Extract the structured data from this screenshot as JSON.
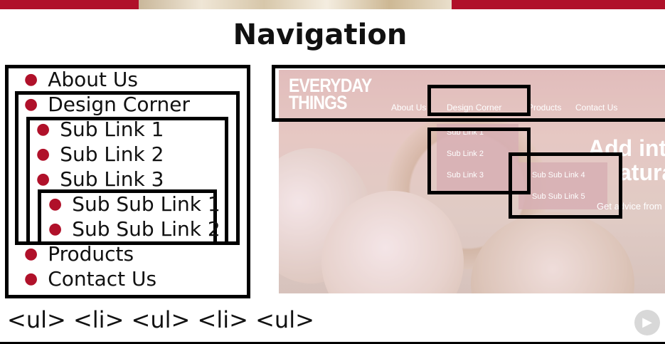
{
  "heading": "Navigation",
  "list": {
    "about": "About Us",
    "design": "Design Corner",
    "sub1": "Sub Link 1",
    "sub2": "Sub Link 2",
    "sub3": "Sub Link 3",
    "subsub1": "Sub Sub Link 1",
    "subsub2": "Sub Sub Link 2",
    "products": "Products",
    "contact": "Contact Us"
  },
  "code_caption": "<ul> <li>  <ul> <li> <ul>",
  "screenshot": {
    "logo_line1": "EVERYDAY",
    "logo_line2": "THINGS",
    "nav": [
      "About Us",
      "Design Corner",
      "Products",
      "Contact Us"
    ],
    "submenu": [
      "Sub Link 1",
      "Sub Link 2",
      "Sub Link 3"
    ],
    "subsubmenu": [
      "Sub Sub Link 4",
      "Sub Sub Link 5"
    ],
    "hero_line1": "Add int",
    "hero_line2": "atura",
    "hero_sub": "Get advice from"
  },
  "colors": {
    "accent": "#b0112a",
    "border": "#000000"
  },
  "icons": {
    "play": "play-icon"
  }
}
